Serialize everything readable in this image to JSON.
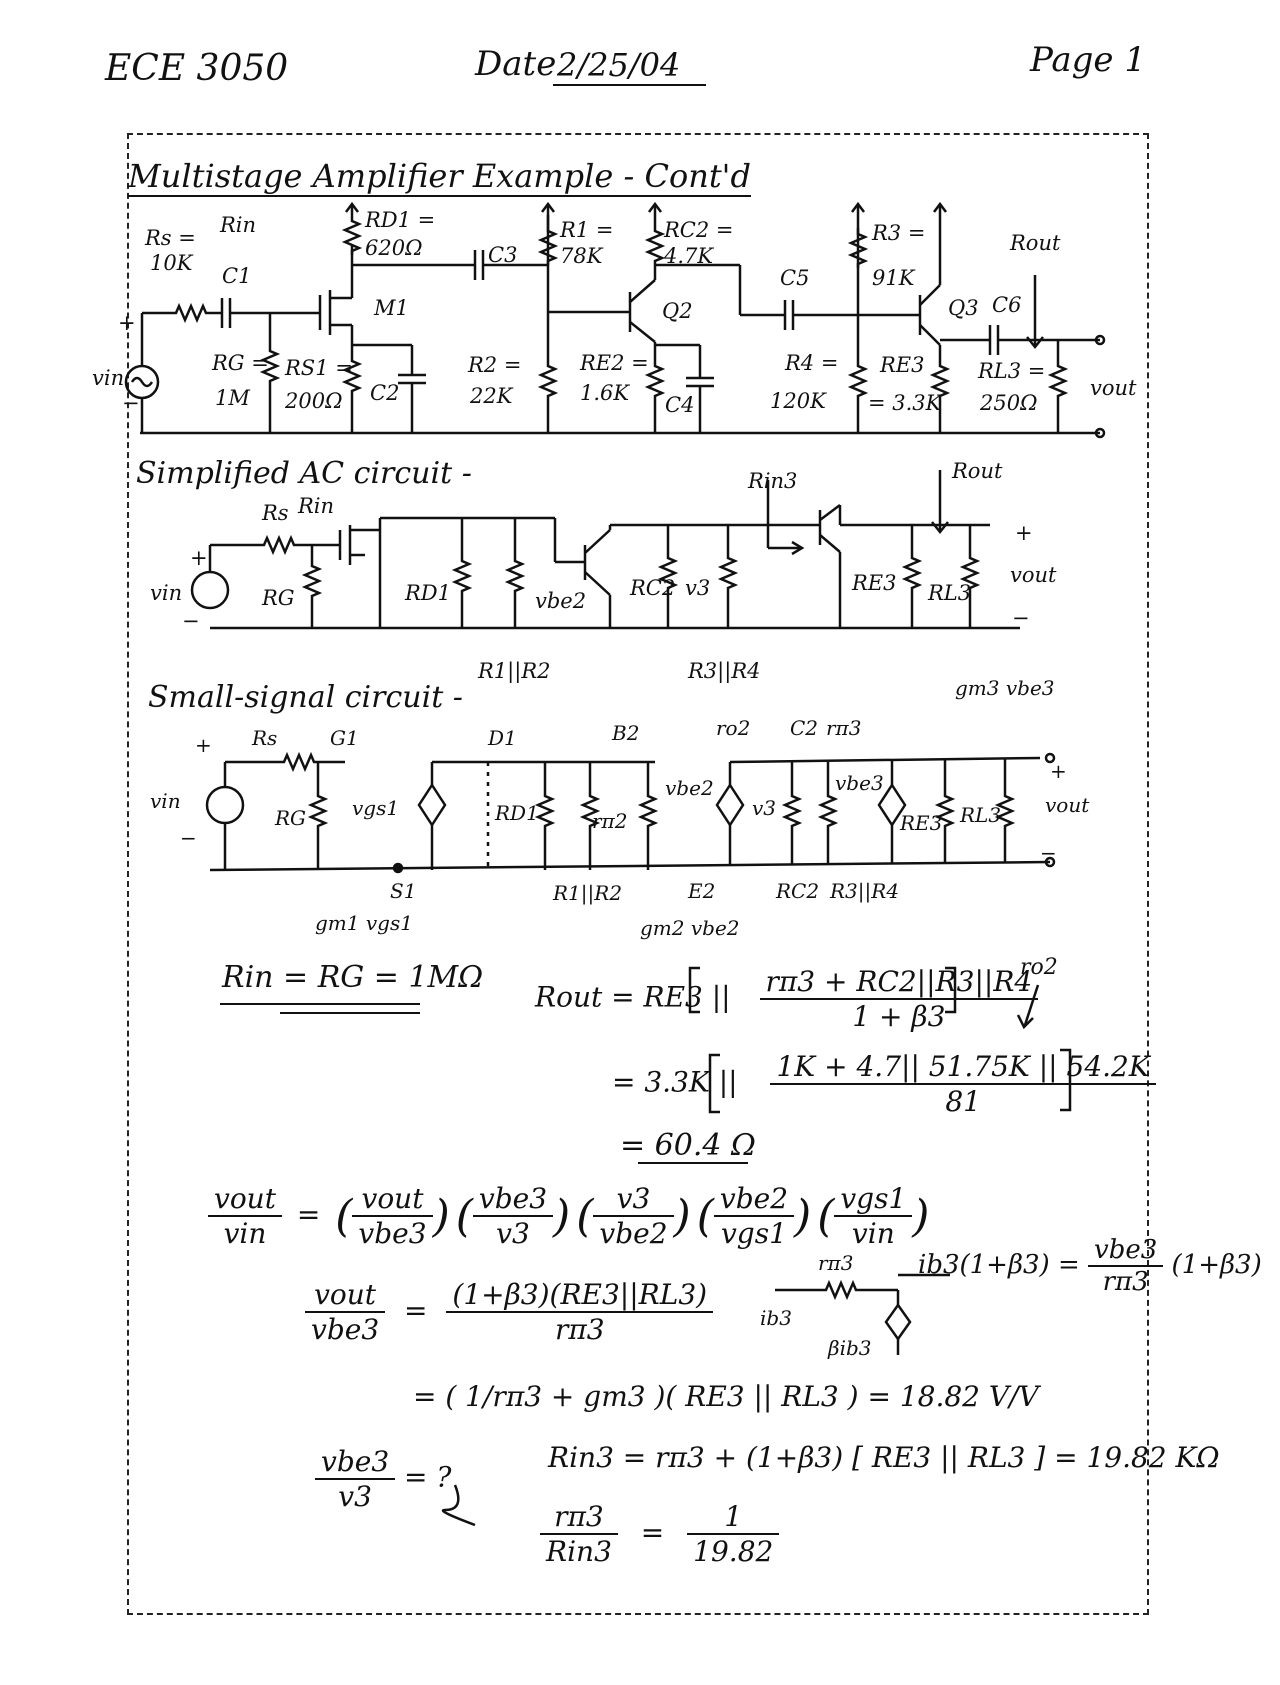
{
  "header": {
    "course": "ECE 3050",
    "date_label": "Date",
    "date": "2/25/04",
    "page": "Page 1"
  },
  "title": "Multistage Amplifier Example - Cont'd",
  "circuit1": {
    "labels": {
      "rs": "Rs =",
      "rs_val": "10K",
      "rin": "Rin",
      "c1": "C1",
      "rg": "RG =",
      "rg_val": "1M",
      "rd1": "RD1 =",
      "rd1_val": "620Ω",
      "m1": "M1",
      "rs1": "RS1 =",
      "rs1_val": "200Ω",
      "c2": "C2",
      "c3": "C3",
      "r1": "R1 =",
      "r1_val": "78K",
      "r2": "R2 =",
      "r2_val": "22K",
      "rc2": "RC2 =",
      "rc2_val": "4.7K",
      "q2": "Q2",
      "re2": "RE2 =",
      "re2_val": "1.6K",
      "c4": "C4",
      "c5": "C5",
      "r4": "R4 =",
      "r4_val": "120K",
      "r3": "R3 =",
      "r3_val": "91K",
      "q3": "Q3",
      "re3": "RE3",
      "re3_val": "= 3.3K",
      "c6": "C6",
      "rout": "Rout",
      "rl3": "RL3 =",
      "rl3_val": "250Ω",
      "vin": "vin",
      "vout": "vout",
      "plus": "+",
      "minus": "−"
    }
  },
  "section_ac": "Simplified AC circuit -",
  "circuit2": {
    "labels": {
      "rs": "Rs",
      "rin": "Rin",
      "rg": "RG",
      "rd1": "RD1",
      "r1r2": "R1||R2",
      "vbe2": "vbe2",
      "rc2": "RC2",
      "v3": "v3",
      "r3r4": "R3||R4",
      "rin3": "Rin3",
      "rout": "Rout",
      "re3": "RE3",
      "rl3": "RL3",
      "vin": "vin",
      "vout": "vout",
      "plus": "+",
      "minus": "−"
    }
  },
  "section_ss": "Small-signal circuit -",
  "circuit3": {
    "labels": {
      "rs": "Rs",
      "g1": "G1",
      "d1": "D1",
      "b2": "B2",
      "ro2": "ro2",
      "c2": "C2",
      "rpi3": "rπ3",
      "gm3": "gm3 vbe3",
      "rg": "RG",
      "vgs1": "vgs1",
      "rd1": "RD1",
      "r1r2": "R1||R2",
      "rpi2": "rπ2",
      "vbe2": "vbe2",
      "v3": "v3",
      "vbe3": "vbe3",
      "re3": "RE3",
      "rl3": "RL3",
      "vin": "vin",
      "vout": "vout",
      "s1": "S1",
      "gm1": "gm1 vgs1",
      "e2": "E2",
      "gm2": "gm2 vbe2",
      "rc2": "RC2",
      "r3r4": "R3||R4",
      "plus": "+",
      "minus": "−"
    }
  },
  "equations": {
    "rin": "Rin = RG = 1MΩ",
    "rout_lhs": "Rout = RE3 ||",
    "rout_num": "rπ3 + RC2||R3||R4",
    "rout_den": "1 + β3",
    "ro2": "ro2",
    "rout_sub_lhs": "= 3.3K ||",
    "rout_sub_num": "1K + 4.7|| 51.75K || 54.2K",
    "rout_sub_den": "81",
    "rout_result": "= 60.4 Ω",
    "gain_lhs_num": "vout",
    "gain_lhs_den": "vin",
    "gain_factors": [
      {
        "num": "vout",
        "den": "vbe3"
      },
      {
        "num": "vbe3",
        "den": "v3"
      },
      {
        "num": "v3",
        "den": "vbe2"
      },
      {
        "num": "vbe2",
        "den": "vgs1"
      },
      {
        "num": "vgs1",
        "den": "vin"
      }
    ],
    "ib3_eq": "ib3(1+β3) = ",
    "ib3_num": "vbe3",
    "ib3_den": "rπ3",
    "ib3_tail": "(1+β3)",
    "gain3_lhs_num": "vout",
    "gain3_lhs_den": "vbe3",
    "gain3_num": "(1+β3)(RE3||RL3)",
    "gain3_den": "rπ3",
    "gain3_result": "= ( 1/rπ3 + gm3 )( RE3 || RL3 ) = 18.82 V/V",
    "small_rpi3": "rπ3",
    "small_ib3": "ib3",
    "small_bib3": "βib3",
    "q_num": "vbe3",
    "q_den": "v3",
    "q_tail": "= ?",
    "rin3": "Rin3 = rπ3 + (1+β3) [ RE3 || RL3 ] = 19.82 KΩ",
    "ratio_num": "rπ3",
    "ratio_den": "Rin3",
    "ratio_eq": "=",
    "ratio_rhs_num": "1",
    "ratio_rhs_den": "19.82"
  }
}
